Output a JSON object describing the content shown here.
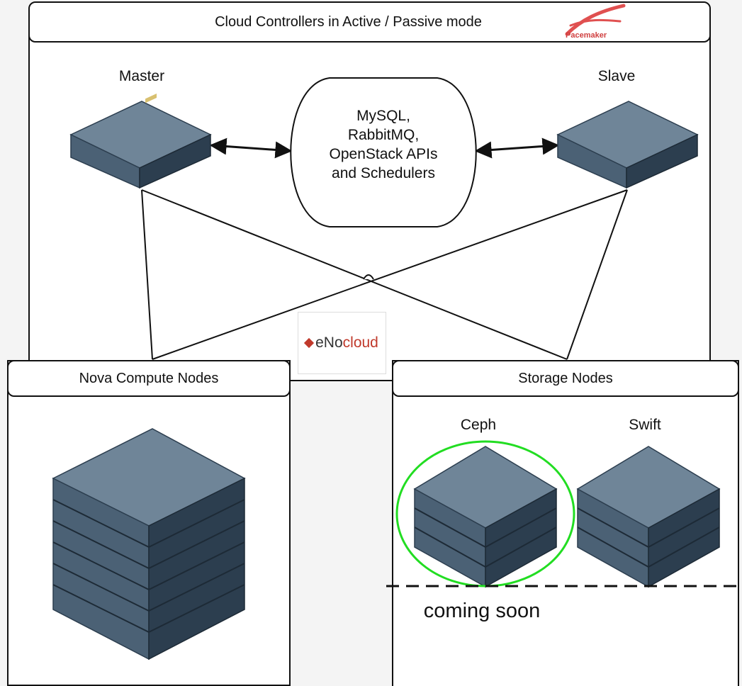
{
  "top_panel": {
    "title": "Cloud Controllers in Active / Passive mode"
  },
  "pacemaker_logo": {
    "text": "Pacemaker"
  },
  "master": {
    "label": "Master"
  },
  "slave": {
    "label": "Slave"
  },
  "shared_services": {
    "lines": [
      "MySQL,",
      "RabbitMQ,",
      "OpenStack APIs",
      "and Schedulers"
    ]
  },
  "enocloud_logo": {
    "prefix": "eNo",
    "suffix": "cloud"
  },
  "compute_panel": {
    "title": "Nova Compute Nodes"
  },
  "storage_panel": {
    "title": "Storage Nodes",
    "ceph_label": "Ceph",
    "swift_label": "Swift"
  },
  "coming_soon": {
    "text": "coming soon"
  },
  "colors": {
    "server_dark": "#2c3e4f",
    "server_mid": "#4b6175",
    "server_light": "#6f8598",
    "highlight_circle": "#22dd22",
    "logo_red": "#c0392b"
  }
}
